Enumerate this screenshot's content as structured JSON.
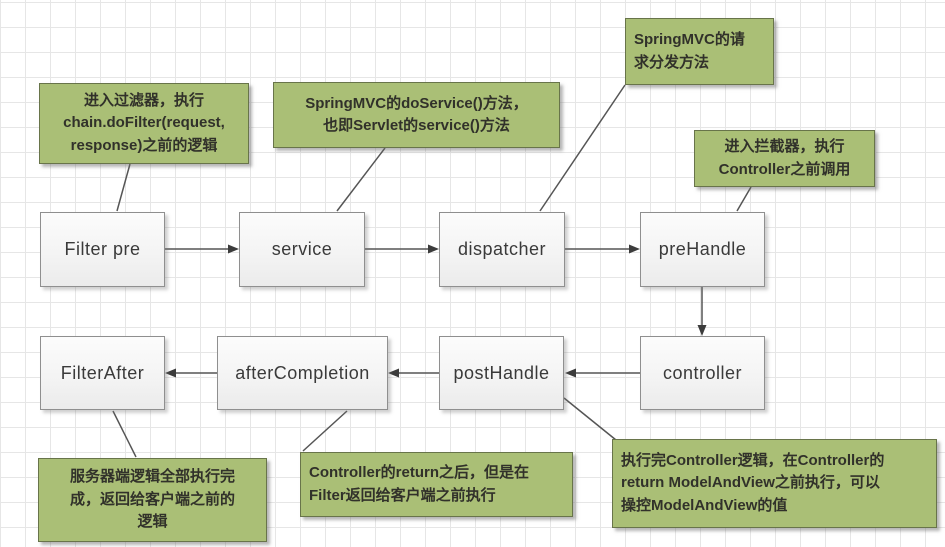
{
  "diagram": {
    "language": "zh-CN / en",
    "topic": "SpringMVC filter & interceptor request lifecycle",
    "colors": {
      "note_fill": "#aabf76",
      "note_border": "#68744a",
      "node_fill_top": "#fcfcfc",
      "node_fill_bottom": "#ebebeb",
      "node_border": "#8f8f8f",
      "grid_line": "#e6e6e6",
      "connector": "#555555",
      "text": "#31312a"
    },
    "nodes": [
      {
        "id": "filter-pre",
        "label": "Filter pre"
      },
      {
        "id": "service",
        "label": "service"
      },
      {
        "id": "dispatcher",
        "label": "dispatcher"
      },
      {
        "id": "prehandle",
        "label": "preHandle"
      },
      {
        "id": "filter-after",
        "label": "FilterAfter"
      },
      {
        "id": "after-completion",
        "label": "afterCompletion"
      },
      {
        "id": "posthandle",
        "label": "postHandle"
      },
      {
        "id": "controller",
        "label": "controller"
      }
    ],
    "notes": [
      {
        "id": "note-filter-pre",
        "attached_to": "filter-pre",
        "text": "进入过滤器，执行\nchain.doFilter(request,\nresponse)之前的逻辑"
      },
      {
        "id": "note-service",
        "attached_to": "service",
        "text": "SpringMVC的doService()方法，\n也即Servlet的service()方法"
      },
      {
        "id": "note-dispatcher",
        "attached_to": "dispatcher",
        "text": "SpringMVC的请\n求分发方法"
      },
      {
        "id": "note-prehandle",
        "attached_to": "prehandle",
        "text": "进入拦截器，执行\nController之前调用"
      },
      {
        "id": "note-filter-after",
        "attached_to": "filter-after",
        "text": "服务器端逻辑全部执行完\n成，返回给客户端之前的\n逻辑"
      },
      {
        "id": "note-after-completion",
        "attached_to": "after-completion",
        "text": "Controller的return之后，但是在\nFilter返回给客户端之前执行"
      },
      {
        "id": "note-posthandle",
        "attached_to": "posthandle",
        "text": "执行完Controller逻辑，在Controller的\nreturn ModelAndView之前执行，可以\n操控ModelAndView的值"
      }
    ],
    "edges": [
      {
        "from": "Filter pre",
        "to": "service"
      },
      {
        "from": "service",
        "to": "dispatcher"
      },
      {
        "from": "dispatcher",
        "to": "preHandle"
      },
      {
        "from": "preHandle",
        "to": "controller"
      },
      {
        "from": "controller",
        "to": "postHandle"
      },
      {
        "from": "postHandle",
        "to": "afterCompletion"
      },
      {
        "from": "afterCompletion",
        "to": "FilterAfter"
      }
    ]
  }
}
